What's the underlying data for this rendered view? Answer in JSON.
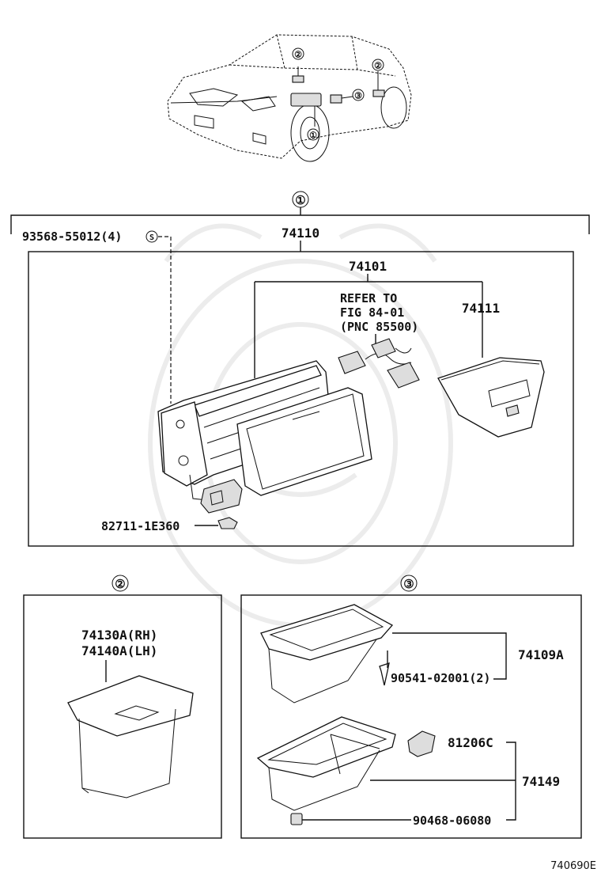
{
  "markers": {
    "one": "①",
    "two": "②",
    "three": "③",
    "s": "S"
  },
  "section1": {
    "assembly": "74110",
    "screw": "93568-55012(4)",
    "subassembly": "74101",
    "refer_line1": "REFER TO",
    "refer_line2": "FIG 84-01",
    "refer_line3": "(PNC 85500)",
    "inner_box": "74111",
    "bulb": "82711-1E360"
  },
  "section2": {
    "part_rh": "74130A(RH)",
    "part_lh": "74140A(LH)"
  },
  "section3": {
    "part_a": "74109A",
    "screw": "90541-02001(2)",
    "socket": "81206C",
    "part_b": "74149",
    "clip": "90468-06080"
  },
  "figure_code": "740690E"
}
